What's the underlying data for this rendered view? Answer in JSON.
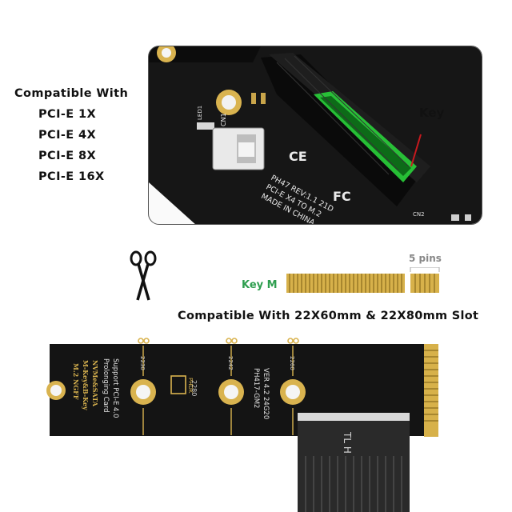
{
  "compatibility": {
    "heading": "Compatible With",
    "items": [
      "PCI-E 1X",
      "PCI-E 4X",
      "PCI-E 8X",
      "PCI-E 16X"
    ]
  },
  "top_photo": {
    "callout": "Key",
    "silkscreen": {
      "line1": "PH47 REV:1.1 21D",
      "line2": "PCI-E X4 TO M.2",
      "line3": "MADE IN CHINA",
      "ce_mark": "CE",
      "fc_mark": "FC",
      "chip_label": "CN2",
      "led_label": "LED1",
      "cn1_label": "CN1"
    }
  },
  "connector_diagram": {
    "key_label": "Key M",
    "pins_label": "5 pins"
  },
  "slot_compat": "Compatible With 22X60mm & 22X80mm Slot",
  "bottom_board": {
    "text_left": [
      "M.2 NGFF",
      "M-Key&B-Key",
      "NVMe&SATA",
      "Prolonging Card",
      "Support PCI-E 4.0"
    ],
    "text_mid": [
      "PH417-GM2",
      "VER 4.2  24G20"
    ],
    "logo_text": "PHDK",
    "mark_2230": "2230",
    "mark_2242": "2242",
    "mark_2260": "2260",
    "mark_2280": "2280",
    "cable_text": "TL H",
    "icons": [
      "scissors-icon"
    ]
  },
  "colors": {
    "pcb_black": "#141414",
    "gold": "#d7b14a",
    "key_green": "#2e9e4f",
    "slot_glow": "#29d23a"
  }
}
